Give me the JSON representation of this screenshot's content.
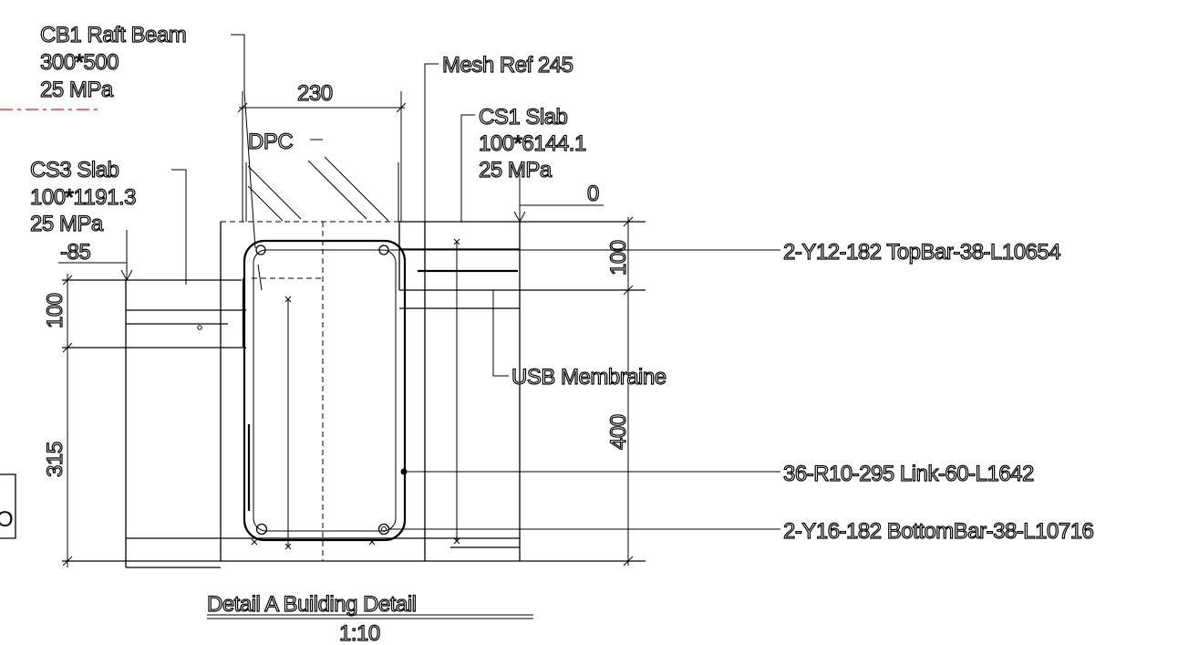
{
  "labels": {
    "cb1_line1": "CB1 Raft Beam",
    "cb1_line2": "300*500",
    "cb1_line3": "25 MPa",
    "mesh": "Mesh Ref 245",
    "dim_230": "230",
    "dpc": "DPC",
    "cs1_line1": "CS1 Slab",
    "cs1_line2": "100*6144.1",
    "cs1_line3": "25 MPa",
    "level_0": "0",
    "cs3_line1": "CS3 Slab",
    "cs3_line2": "100*1191.3",
    "cs3_line3": "25 MPa",
    "level_m85": "-85",
    "dim_100_left": "100",
    "dim_315": "315",
    "dim_100_right": "100",
    "dim_400": "400",
    "usb": "USB Membraine",
    "top_bar": "2-Y12-182 TopBar-38-L10654",
    "link": "36-R10-295 Link-60-L1642",
    "bottom_bar": "2-Y16-182 BottomBar-38-L10716",
    "title": "Detail A  Building Detail",
    "scale": "1:10",
    "edge_fragment": "O"
  }
}
